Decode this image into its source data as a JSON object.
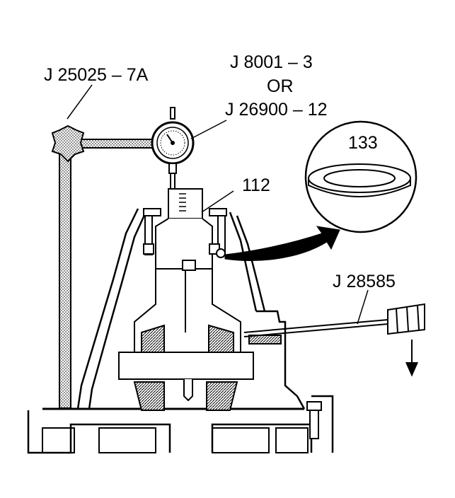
{
  "labels": {
    "stand_tool": "J 25025 – 7A",
    "dial_indicator": "J 8001 – 3",
    "or": "OR",
    "dial_indicator_alt": "J 26900 – 12",
    "gear_part": "112",
    "washer_part": "133",
    "probe_tool": "J 28585"
  },
  "colors": {
    "line": "#000000",
    "background": "#ffffff",
    "stipple": "#9a9a9a"
  }
}
